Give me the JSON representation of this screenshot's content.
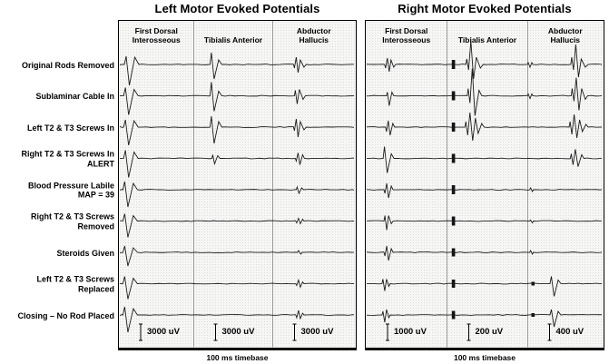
{
  "colors": {
    "trace": "#1c1c1c",
    "divider": "#9a9a9a",
    "panel_border": "#000000",
    "panel_bg": "#f6f6f5",
    "artifact": "#141414",
    "text": "#000000",
    "page_bg": "#ffffff"
  },
  "chart_data": {
    "type": "line",
    "title": "Motor Evoked Potentials",
    "description": "Intraoperative MEP traces for left and right sides across surgical events; each cell lists transient spikes as {x: fraction across muscle column, a: signed peak amplitudes px (up positive), w: phase widths px} and stimulus artifact marks.",
    "timebase_label": "100 ms timebase",
    "row_labels": [
      "Original Rods Removed",
      "Sublaminar Cable In",
      "Left T2 & T3 Screws In",
      "Right T2 & T3 Screws In\nALERT",
      "Blood Pressure Labile\nMAP = 39",
      "Right T2 & T3 Screws\nRemoved",
      "Steroids Given",
      "Left T2 & T3 Screws\nReplaced",
      "Closing – No Rod Placed"
    ],
    "panels": [
      {
        "title": "Left Motor Evoked Potentials",
        "columns": [
          {
            "name": "First Dorsal Interosseous",
            "header": "First Dorsal\nInterosseous",
            "scale": "3000 uV"
          },
          {
            "name": "Tibialis Anterior",
            "header": "Tibialis Anterior",
            "scale": "3000 uV"
          },
          {
            "name": "Abductor Hallucis",
            "header": "Abductor\nHallucis",
            "scale": "3000 uV"
          }
        ],
        "traces": [
          [
            [
              {
                "x": 0.17,
                "a": [
                  9,
                  -23,
                  8
                ],
                "w": [
                  4,
                  3,
                  9
                ]
              }
            ],
            [
              {
                "x": 0.28,
                "a": [
                  13,
                  -16,
                  5
                ],
                "w": [
                  3,
                  3,
                  7
                ]
              }
            ],
            [
              {
                "x": 0.33,
                "a": [
                  -4,
                  8,
                  -9,
                  5,
                  -3
                ],
                "w": [
                  2,
                  2,
                  2,
                  3,
                  5
                ]
              }
            ]
          ],
          [
            [
              {
                "x": 0.16,
                "a": [
                  9,
                  -21,
                  7
                ],
                "w": [
                  4,
                  3,
                  9
                ]
              }
            ],
            [
              {
                "x": 0.28,
                "a": [
                  15,
                  -17,
                  5
                ],
                "w": [
                  3,
                  3,
                  7
                ]
              }
            ],
            [
              {
                "x": 0.33,
                "a": [
                  6,
                  -9,
                  7,
                  -4
                ],
                "w": [
                  2,
                  2,
                  3,
                  5
                ]
              }
            ]
          ],
          [
            [
              {
                "x": 0.16,
                "a": [
                  8,
                  -20,
                  7
                ],
                "w": [
                  4,
                  3,
                  9
                ]
              }
            ],
            [
              {
                "x": 0.28,
                "a": [
                  12,
                  -18,
                  6
                ],
                "w": [
                  3,
                  3,
                  7
                ]
              }
            ],
            [
              {
                "x": 0.33,
                "a": [
                  -4,
                  9,
                  -11,
                  6,
                  -3
                ],
                "w": [
                  2,
                  2,
                  2,
                  3,
                  5
                ]
              }
            ]
          ],
          [
            [
              {
                "x": 0.16,
                "a": [
                  9,
                  -21,
                  7
                ],
                "w": [
                  4,
                  3,
                  9
                ]
              }
            ],
            [
              {
                "x": 0.28,
                "a": [
                  4,
                  -6,
                  3
                ],
                "w": [
                  2,
                  2,
                  5
                ]
              }
            ],
            [
              {
                "x": 0.33,
                "a": [
                  -3,
                  6,
                  -7,
                  4
                ],
                "w": [
                  2,
                  2,
                  2,
                  4
                ]
              }
            ]
          ],
          [
            [
              {
                "x": 0.15,
                "a": [
                  9,
                  -19,
                  7
                ],
                "w": [
                  4,
                  3,
                  9
                ]
              }
            ],
            [],
            [
              {
                "x": 0.33,
                "a": [
                  3,
                  -4,
                  2
                ],
                "w": [
                  2,
                  2,
                  4
                ]
              }
            ]
          ],
          [
            [
              {
                "x": 0.15,
                "a": [
                  8,
                  -18,
                  6
                ],
                "w": [
                  4,
                  3,
                  9
                ]
              }
            ],
            [],
            [
              {
                "x": 0.33,
                "a": [
                  -2,
                  3,
                  -3,
                  2
                ],
                "w": [
                  2,
                  2,
                  2,
                  3
                ]
              }
            ]
          ],
          [
            [
              {
                "x": 0.15,
                "a": [
                  7,
                  -15,
                  5
                ],
                "w": [
                  4,
                  3,
                  9
                ]
              }
            ],
            [],
            [
              {
                "x": 0.33,
                "a": [
                  2,
                  -2
                ],
                "w": [
                  2,
                  3
                ]
              }
            ]
          ],
          [
            [
              {
                "x": 0.15,
                "a": [
                  8,
                  -17,
                  6
                ],
                "w": [
                  4,
                  3,
                  9
                ]
              }
            ],
            [],
            [
              {
                "x": 0.33,
                "a": [
                  -2,
                  4,
                  -4,
                  2
                ],
                "w": [
                  2,
                  2,
                  2,
                  3
                ]
              }
            ]
          ],
          [
            [
              {
                "x": 0.15,
                "a": [
                  9,
                  -19,
                  7
                ],
                "w": [
                  4,
                  3,
                  9
                ]
              }
            ],
            [],
            [
              {
                "x": 0.33,
                "a": [
                  -3,
                  5,
                  -4,
                  2
                ],
                "w": [
                  2,
                  2,
                  2,
                  3
                ]
              }
            ]
          ]
        ]
      },
      {
        "title": "Right Motor Evoked Potentials",
        "columns": [
          {
            "name": "First Dorsal Interosseous",
            "header": "First Dorsal\nInterosseous",
            "scale": "1000 uV"
          },
          {
            "name": "Tibialis Anterior",
            "header": "Tibialis Anterior",
            "scale": "200 uV"
          },
          {
            "name": "Abductor Hallucis",
            "header": "Abductor\nHallucis",
            "scale": "400 uV"
          }
        ],
        "traces": [
          [
            [
              {
                "x": 0.3,
                "a": [
                  -4,
                  7,
                  -8,
                  5,
                  -3
                ],
                "w": [
                  2,
                  2,
                  2,
                  2,
                  4
                ]
              }
            ],
            [
              {
                "x": 0.08,
                "artifact": true,
                "h": 10
              },
              {
                "x": 0.34,
                "a": [
                  6,
                  -6,
                  26,
                  -16,
                  8,
                  -4
                ],
                "w": [
                  2,
                  2,
                  3,
                  3,
                  3,
                  6
                ]
              }
            ],
            [
              {
                "x": 0.03,
                "a": [
                  2,
                  -3,
                  2
                ],
                "w": [
                  2,
                  2,
                  2
                ]
              },
              {
                "x": 0.69,
                "a": [
                  8,
                  -6,
                  22,
                  -14,
                  6,
                  -3
                ],
                "w": [
                  2,
                  2,
                  3,
                  3,
                  3,
                  6
                ]
              }
            ]
          ],
          [
            [
              {
                "x": 0.3,
                "a": [
                  4,
                  -11,
                  4
                ],
                "w": [
                  2,
                  2,
                  4
                ]
              }
            ],
            [
              {
                "x": 0.08,
                "artifact": true,
                "h": 10
              },
              {
                "x": 0.34,
                "a": [
                  8,
                  -8,
                  30,
                  -22,
                  6
                ],
                "w": [
                  2,
                  2,
                  3,
                  3,
                  6
                ]
              }
            ],
            [
              {
                "x": 0.03,
                "a": [
                  2,
                  -3,
                  2
                ],
                "w": [
                  2,
                  2,
                  2
                ]
              },
              {
                "x": 0.69,
                "a": [
                  8,
                  -6,
                  20,
                  -16,
                  8,
                  -4
                ],
                "w": [
                  2,
                  2,
                  3,
                  3,
                  3,
                  5
                ]
              }
            ]
          ],
          [
            [
              {
                "x": 0.3,
                "a": [
                  -5,
                  7,
                  -9,
                  4
                ],
                "w": [
                  2,
                  2,
                  2,
                  4
                ]
              }
            ],
            [
              {
                "x": 0.08,
                "artifact": true,
                "h": 10
              },
              {
                "x": 0.34,
                "a": [
                  6,
                  -9,
                  16,
                  -15,
                  10,
                  -7,
                  4
                ],
                "w": [
                  2,
                  2,
                  3,
                  3,
                  3,
                  3,
                  5
                ]
              }
            ],
            [
              {
                "x": 0.68,
                "a": [
                  6,
                  -8,
                  14,
                  -12,
                  8,
                  -5,
                  3
                ],
                "w": [
                  2,
                  2,
                  3,
                  3,
                  3,
                  3,
                  5
                ]
              }
            ]
          ],
          [
            [
              {
                "x": 0.28,
                "a": [
                  13,
                  -16,
                  5
                ],
                "w": [
                  3,
                  3,
                  6
                ]
              }
            ],
            [
              {
                "x": 0.08,
                "artifact": true,
                "h": 10
              }
            ],
            [
              {
                "x": 0.66,
                "a": [
                  5,
                  -7,
                  10,
                  -9,
                  4
                ],
                "w": [
                  2,
                  2,
                  3,
                  3,
                  5
                ]
              }
            ]
          ],
          [
            [
              {
                "x": 0.28,
                "a": [
                  -4,
                  7,
                  -9,
                  4
                ],
                "w": [
                  2,
                  2,
                  2,
                  4
                ]
              }
            ],
            [
              {
                "x": 0.08,
                "artifact": true,
                "h": 10
              }
            ],
            [
              {
                "x": 0.05,
                "a": [
                  2,
                  -2
                ],
                "w": [
                  2,
                  2
                ]
              }
            ]
          ],
          [
            [
              {
                "x": 0.28,
                "a": [
                  6,
                  -10,
                  6,
                  -3
                ],
                "w": [
                  2,
                  2,
                  2,
                  4
                ]
              }
            ],
            [
              {
                "x": 0.08,
                "artifact": true,
                "h": 10
              }
            ],
            [
              {
                "x": 0.05,
                "a": [
                  1,
                  -2
                ],
                "w": [
                  2,
                  2
                ]
              }
            ]
          ],
          [
            [
              {
                "x": 0.28,
                "a": [
                  -4,
                  7,
                  -9,
                  4
                ],
                "w": [
                  2,
                  2,
                  2,
                  4
                ]
              }
            ],
            [
              {
                "x": 0.08,
                "artifact": true,
                "h": 9
              }
            ],
            [
              {
                "x": 0.05,
                "a": [
                  2,
                  -2
                ],
                "w": [
                  2,
                  2
                ]
              }
            ]
          ],
          [
            [
              {
                "x": 0.25,
                "a": [
                  5,
                  -8,
                  5,
                  -3
                ],
                "w": [
                  2,
                  2,
                  2,
                  3
                ]
              }
            ],
            [
              {
                "x": 0.08,
                "artifact": true,
                "h": 9
              }
            ],
            [
              {
                "x": 0.07,
                "artifact": true,
                "h": 4
              },
              {
                "x": 0.37,
                "a": [
                  8,
                  -14,
                  4
                ],
                "w": [
                  3,
                  3,
                  6
                ]
              }
            ]
          ],
          [
            [
              {
                "x": 0.25,
                "a": [
                  4,
                  -8,
                  6,
                  -3
                ],
                "w": [
                  2,
                  2,
                  2,
                  3
                ]
              }
            ],
            [
              {
                "x": 0.08,
                "artifact": true,
                "h": 9
              }
            ],
            [
              {
                "x": 0.07,
                "artifact": true,
                "h": 4
              },
              {
                "x": 0.37,
                "a": [
                  6,
                  -13,
                  4
                ],
                "w": [
                  3,
                  3,
                  6
                ]
              }
            ]
          ]
        ]
      }
    ]
  }
}
